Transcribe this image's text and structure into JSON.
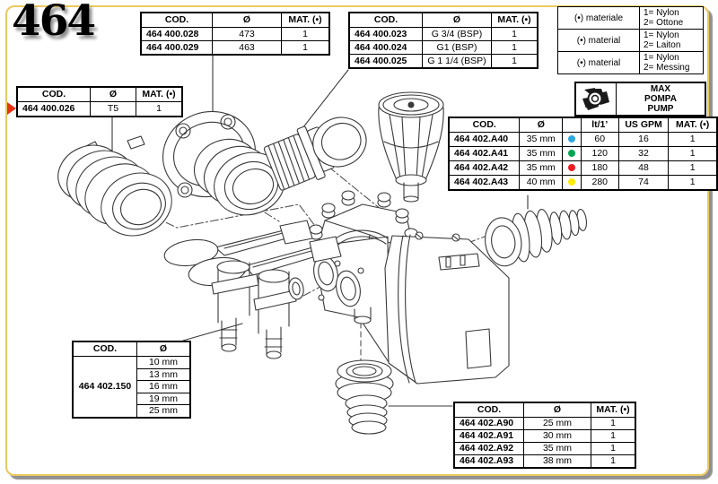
{
  "page": {
    "number": "464"
  },
  "headers": {
    "cod": "COD.",
    "dia": "Ø",
    "mat": "MAT. (•)",
    "lt": "lt/1’",
    "gpm": "US GPM"
  },
  "legend": {
    "rows": [
      {
        "label": "(•) materiale",
        "v1": "1= Nylon",
        "v2": "2= Ottone"
      },
      {
        "label": "(•) material",
        "v1": "1= Nylon",
        "v2": "2= Laiton"
      },
      {
        "label": "(•) material",
        "v1": "1= Nylon",
        "v2": "2= Messing"
      }
    ]
  },
  "pump_header": {
    "l1": "MAX",
    "l2": "POMPA",
    "l3": "PUMP"
  },
  "t_top_left": {
    "rows": [
      {
        "cod": "464 400.028",
        "dia": "473",
        "mat": "1"
      },
      {
        "cod": "464 400.029",
        "dia": "463",
        "mat": "1"
      }
    ]
  },
  "t_top_mid": {
    "rows": [
      {
        "cod": "464 400.023",
        "dia": "G 3/4 (BSP)",
        "mat": "1"
      },
      {
        "cod": "464 400.024",
        "dia": "G1 (BSP)",
        "mat": "1"
      },
      {
        "cod": "464 400.025",
        "dia": "G 1 1/4 (BSP)",
        "mat": "1"
      }
    ]
  },
  "t_left": {
    "rows": [
      {
        "cod": "464 400.026",
        "dia": "T5",
        "mat": "1"
      }
    ]
  },
  "t_pump": {
    "rows": [
      {
        "cod": "464 402.A40",
        "dia": "35 mm",
        "dot": "#2fa8e0",
        "lt": "60",
        "gpm": "16",
        "mat": "1"
      },
      {
        "cod": "464 402.A41",
        "dia": "35 mm",
        "dot": "#00a551",
        "lt": "120",
        "gpm": "32",
        "mat": "1"
      },
      {
        "cod": "464 402.A42",
        "dia": "35 mm",
        "dot": "#ed1c24",
        "lt": "180",
        "gpm": "48",
        "mat": "1"
      },
      {
        "cod": "464 402.A43",
        "dia": "40 mm",
        "dot": "#ffec00",
        "lt": "280",
        "gpm": "74",
        "mat": "1"
      }
    ]
  },
  "t_bottom_left": {
    "cod": "464 402.150",
    "dias": [
      "10 mm",
      "13 mm",
      "16 mm",
      "19 mm",
      "25 mm"
    ]
  },
  "t_bottom_right": {
    "rows": [
      {
        "cod": "464 402.A90",
        "dia": "25 mm",
        "mat": "1"
      },
      {
        "cod": "464 402.A91",
        "dia": "30 mm",
        "mat": "1"
      },
      {
        "cod": "464 402.A92",
        "dia": "35 mm",
        "mat": "1"
      },
      {
        "cod": "464 402.A93",
        "dia": "38 mm",
        "mat": "1"
      }
    ]
  },
  "colors": {
    "frame": "#eac95f",
    "marker": "#e63312",
    "line": "#3a3a3a"
  }
}
